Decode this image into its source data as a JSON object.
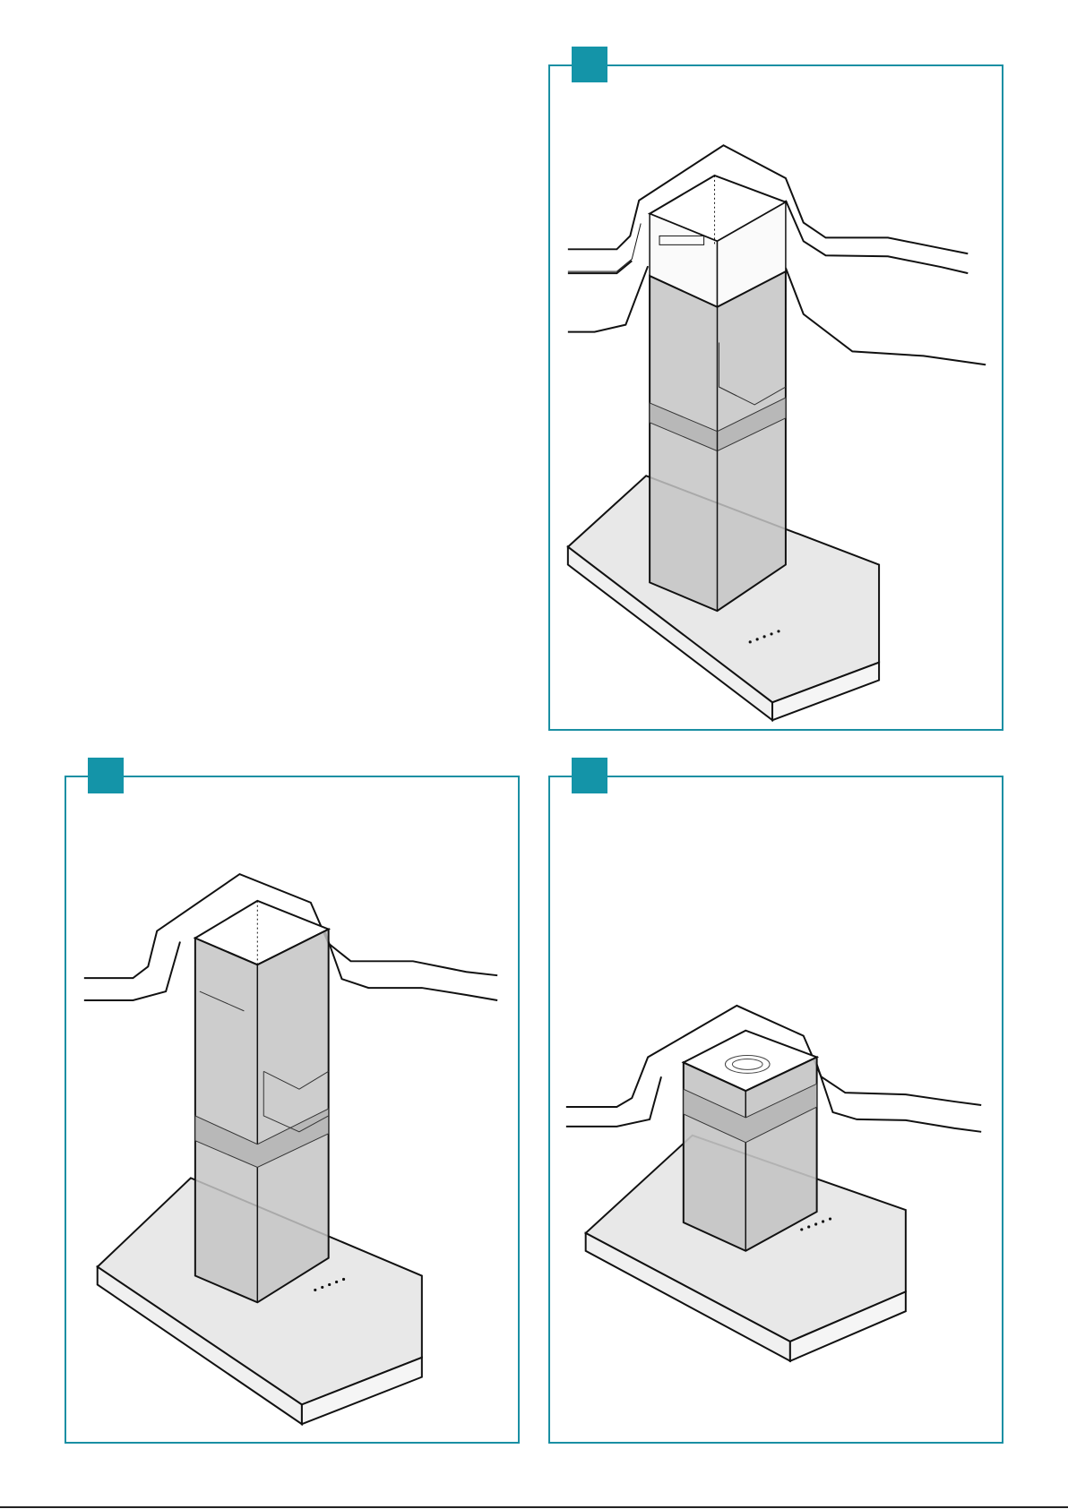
{
  "panels": [
    {
      "id": "top-right",
      "step": "",
      "variant": "extended-raised"
    },
    {
      "id": "bottom-left",
      "step": "",
      "variant": "extended"
    },
    {
      "id": "bottom-right",
      "step": "",
      "variant": "short"
    }
  ],
  "colors": {
    "accent": "#1494a8",
    "frame": "#1a8fa3",
    "chimney_fill": "#c4c4c4",
    "hood_fill": "#e6e6e6",
    "line": "#111111"
  }
}
